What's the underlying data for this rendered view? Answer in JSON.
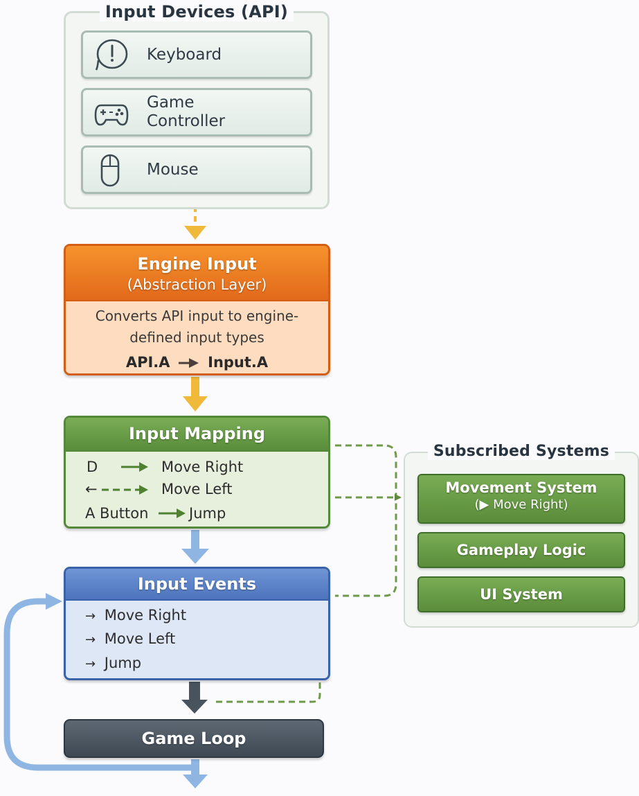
{
  "input_devices": {
    "title": "Input Devices (API)",
    "items": [
      {
        "label": "Keyboard",
        "icon": "keyboard-key-icon"
      },
      {
        "label": "Game\nController",
        "icon": "gamepad-icon"
      },
      {
        "label": "Mouse",
        "icon": "mouse-icon"
      }
    ]
  },
  "engine_input": {
    "title": "Engine Input",
    "subtitle": "(Abstraction Layer)",
    "description_line1": "Converts API input to engine-",
    "description_line2": "defined input types",
    "mapping_from": "API.A",
    "mapping_to": "Input.A"
  },
  "input_mapping": {
    "title": "Input Mapping",
    "rows": [
      {
        "key": "D",
        "action": "Move Right"
      },
      {
        "key": "←",
        "action": "Move Left"
      },
      {
        "key": "A Button",
        "action": "Jump"
      }
    ]
  },
  "input_events": {
    "title": "Input Events",
    "bullet": "→",
    "items": [
      "Move Right",
      "Move Left",
      "Jump"
    ]
  },
  "game_loop": {
    "title": "Game Loop"
  },
  "subscribed_systems": {
    "title": "Subscribed Systems",
    "items": [
      {
        "label": "Movement System",
        "sub": "(▶ Move Right)"
      },
      {
        "label": "Gameplay Logic",
        "sub": ""
      },
      {
        "label": "UI System",
        "sub": ""
      }
    ]
  },
  "colors": {
    "engine": "#e2691b",
    "mapping": "#5a8d3b",
    "events": "#4d74bd",
    "loop": "#3f4954",
    "arrow_yellow": "#f0b93a",
    "arrow_blue": "#8fb6e3",
    "dashed_green": "#6f9a4a"
  }
}
